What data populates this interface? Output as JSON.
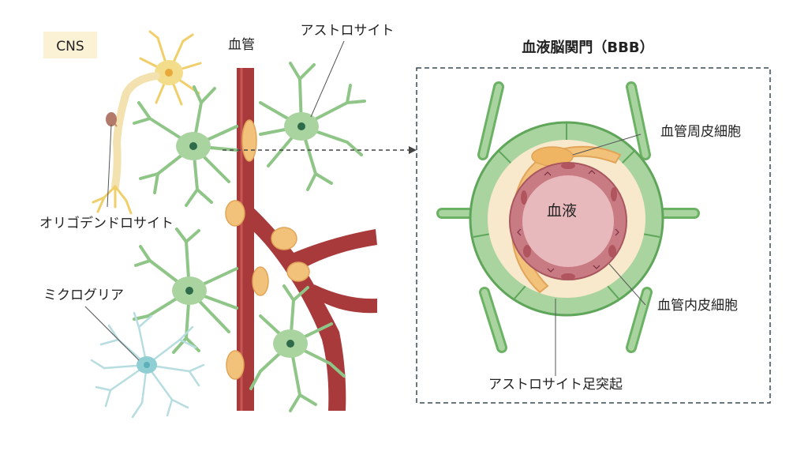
{
  "labels": {
    "cns": "CNS",
    "blood_vessel": "血管",
    "astrocyte": "アストロサイト",
    "oligodendrocyte": "オリゴデンドロサイト",
    "microglia": "ミクログリア",
    "bbb_title": "血液脳関門（BBB）",
    "pericyte": "血管周皮細胞",
    "blood": "血液",
    "endothelial": "血管内皮細胞",
    "astro_endfoot": "アストロサイト足突起"
  },
  "colors": {
    "vessel": "#a83a3c",
    "vessel_light": "#d98a86",
    "astro_fill": "#a9d4a0",
    "astro_stroke": "#5fa65a",
    "nucleus": "#2f6a4a",
    "pericyte": "#f2c27a",
    "oligo": "#f4dd8a",
    "microglia": "#bfe0e3",
    "blood_fill": "#e8b9bc",
    "endo_fill": "#c97b83",
    "inner_ring": "#f8e8cc",
    "frame": "#3a4a55"
  }
}
